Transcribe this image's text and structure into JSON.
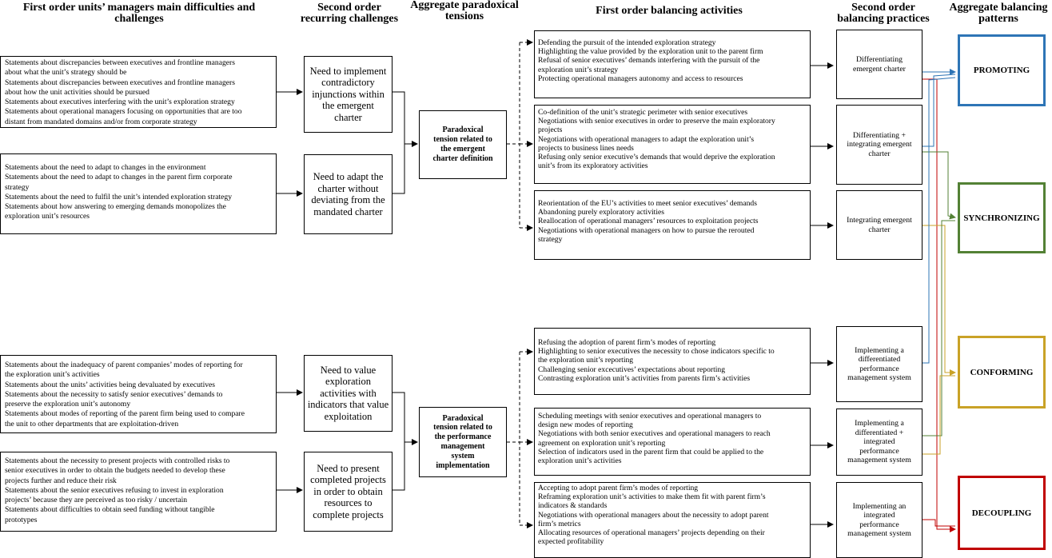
{
  "headers": {
    "first_order_units": "First order units’ managers main difficulties and\nchallenges",
    "second_order_challenges": "Second order\nrecurring challenges",
    "aggregate_tensions": "Aggregate paradoxical\ntensions",
    "first_order_activities": "First order balancing activities",
    "second_order_practices": "Second order\nbalancing practices",
    "aggregate_patterns": "Aggregate balancing\npatterns"
  },
  "statements": [
    {
      "lines": [
        "Statements about discrepancies between executives and frontline managers",
        "about what the unit’s strategy should be",
        "Statements about discrepancies between executives and frontline managers",
        "about how the unit activities should be pursued",
        "Statements about executives interfering with the unit’s exploration strategy",
        "Statements about operational managers focusing on opportunities that are too",
        "distant from mandated domains and/or from corporate strategy"
      ]
    },
    {
      "lines": [
        "Statements about the need to adapt to changes in the environment",
        "Statements about the need to adapt to changes in the parent firm corporate",
        "strategy",
        "Statements about the need to fulfil the unit’s intended exploration strategy",
        "Statements about how answering to emerging demands monopolizes the",
        "exploration unit’s resources"
      ]
    },
    {
      "lines": [
        "Statements about the inadequacy of parent companies’ modes of reporting for",
        "the exploration unit’s activities",
        "Statements about the units’ activities being devaluated by executives",
        "Statements about the necessity to satisfy senior executives’ demands to",
        "preserve the exploration unit’s autonomy",
        "Statements about modes of reporting of the parent firm being used to compare",
        "the unit to other departments that are exploitation-driven"
      ]
    },
    {
      "lines": [
        "Statements about the necessity to present projects with controlled risks to",
        "senior executives in order to obtain the budgets needed to develop these",
        "projects further and reduce their risk",
        "Statements about the senior executives refusing to invest in exploration",
        "projects’ because they are perceived as too risky / uncertain",
        "Statements about difficulties to obtain seed funding without tangible",
        "prototypes"
      ]
    }
  ],
  "challenges": [
    "Need to implement\ncontradictory\ninjunctions within\nthe emergent\ncharter",
    "Need to adapt the\ncharter without\ndeviating from the\nmandated charter",
    "Need to value\nexploration\nactivities with\nindicators that value\nexploitation",
    "Need to present\ncompleted projects\nin order to obtain\nresources to\ncomplete projects"
  ],
  "tensions": [
    "Paradoxical\ntension related to\nthe emergent\ncharter definition",
    "Paradoxical\ntension related to\nthe performance\nmanagement\nsystem\nimplementation"
  ],
  "activities": [
    {
      "lines": [
        "Defending the pursuit of the intended exploration strategy",
        "Highlighting the value provided by the exploration unit to the parent firm",
        "Refusal of senior executives’ demands interfering with the pursuit of the",
        "exploration unit’s strategy",
        "Protecting operational managers autonomy and access to resources"
      ]
    },
    {
      "lines": [
        "Co-definition of the unit’s strategic perimeter with senior executives",
        "Negotiations with senior executives in order to preserve the main exploratory",
        "projects",
        "Negotiations with operational managers to adapt the exploration unit’s",
        "projects to business lines needs",
        "Refusing only senior executive’s demands that would deprive the exploration",
        "unit’s from its exploratory activities"
      ]
    },
    {
      "lines": [
        "Reorientation of the EU’s activities to meet senior executives’ demands",
        "Abandoning  purely exploratory activities",
        "Reallocation of operational managers’ resources to exploitation projects",
        "Negotiations with operational managers on how to pursue the rerouted",
        "strategy"
      ]
    },
    {
      "lines": [
        "Refusing the adoption of parent firm’s modes of reporting",
        "Highlighting to senior executives the necessity to chose indicators specific to",
        "the exploration unit’s reporting",
        "Challenging senior excecutives’ expectations about reporting",
        "Contrasting exploration unit’s activities from parents firm’s activities"
      ]
    },
    {
      "lines": [
        "Scheduling meetings with senior executives and operational managers to",
        "design new modes of reporting",
        "Negotiations with both senior executives and operational managers to reach",
        "agreement on exploration unit’s reporting",
        "Selection of indicators  used in the parent firm that could be applied to the",
        "exploration unit’s activities"
      ]
    },
    {
      "lines": [
        "Accepting to adopt parent firm’s modes of reporting",
        "Reframing exploration unit’s activities to make them fit with parent firm’s",
        "indicators & standards",
        "Negotiations with operational managers about the necessity to adopt parent",
        "firm’s metrics",
        "Allocating resources of operational managers’ projects depending on their",
        "expected profitability"
      ]
    }
  ],
  "practices": [
    "Differentiating\nemergent charter",
    "Differentiating +\nintegrating emergent\ncharter",
    "Integrating emergent\ncharter",
    "Implementing a\ndifferentiated\nperformance\nmanagement system",
    "Implementing a\ndifferentiated +\nintegrated\nperformance\nmanagement system",
    "Implementing an\nintegrated\nperformance\nmanagement system"
  ],
  "patterns": [
    {
      "label": "PROMOTING",
      "color": "#2e75b6"
    },
    {
      "label": "SYNCHRONIZING",
      "color": "#538135"
    },
    {
      "label": "CONFORMING",
      "color": "#c9a227"
    },
    {
      "label": "DECOUPLING",
      "color": "#c00000"
    }
  ]
}
